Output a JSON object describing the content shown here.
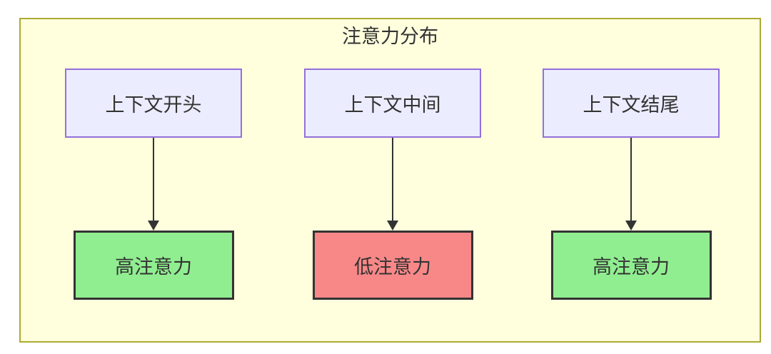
{
  "diagram": {
    "title": "注意力分布",
    "columns": [
      {
        "top": {
          "label": "上下文开头"
        },
        "bottom": {
          "label": "高注意力",
          "level": "high"
        }
      },
      {
        "top": {
          "label": "上下文中间"
        },
        "bottom": {
          "label": "低注意力",
          "level": "low"
        }
      },
      {
        "top": {
          "label": "上下文结尾"
        },
        "bottom": {
          "label": "高注意力",
          "level": "high"
        }
      }
    ],
    "colors": {
      "cluster_bg": "#ffffde",
      "cluster_border": "#aaaa33",
      "node_bg": "#ececff",
      "node_border": "#9370db",
      "high_bg": "#90ee90",
      "low_bg": "#f88888",
      "emph_border": "#333333",
      "arrow": "#333333",
      "text": "#333333"
    }
  }
}
